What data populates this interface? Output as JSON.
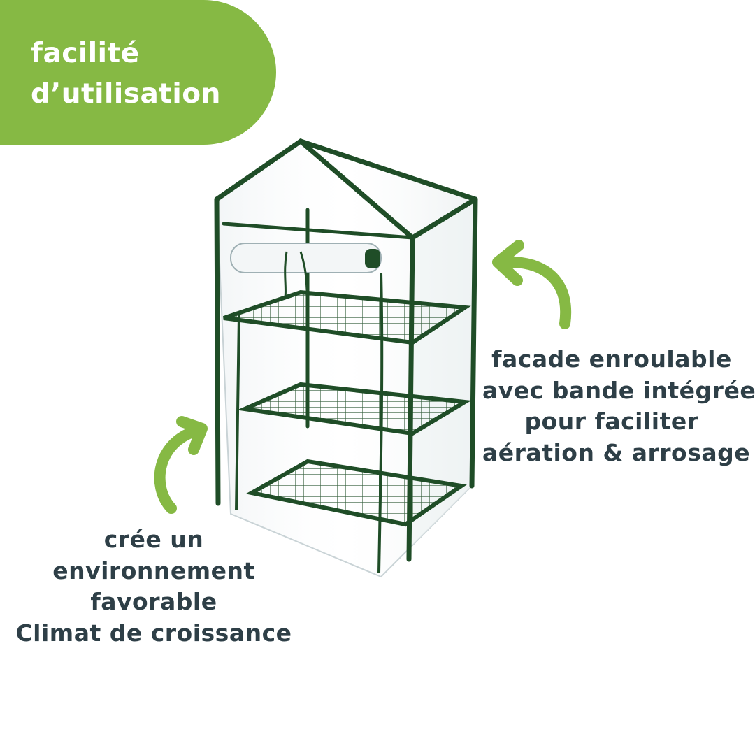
{
  "colors": {
    "accent": "#86b944",
    "text": "#2e3f47",
    "frame": "#1f4d27",
    "badge_text": "#ffffff"
  },
  "badge": {
    "lines": [
      "facilité",
      "d’utilisation"
    ]
  },
  "callout_right": {
    "lines": [
      "facade enroulable",
      "avec bande intégrée",
      "pour faciliter",
      "aération & arrosage"
    ]
  },
  "callout_left": {
    "lines": [
      "crée un",
      "environnement",
      "favorable",
      "Climat de croissance"
    ]
  },
  "icons": {
    "arrow_right": "curved-arrow-icon",
    "arrow_left": "curved-arrow-icon",
    "product": "mini-greenhouse-illustration"
  }
}
